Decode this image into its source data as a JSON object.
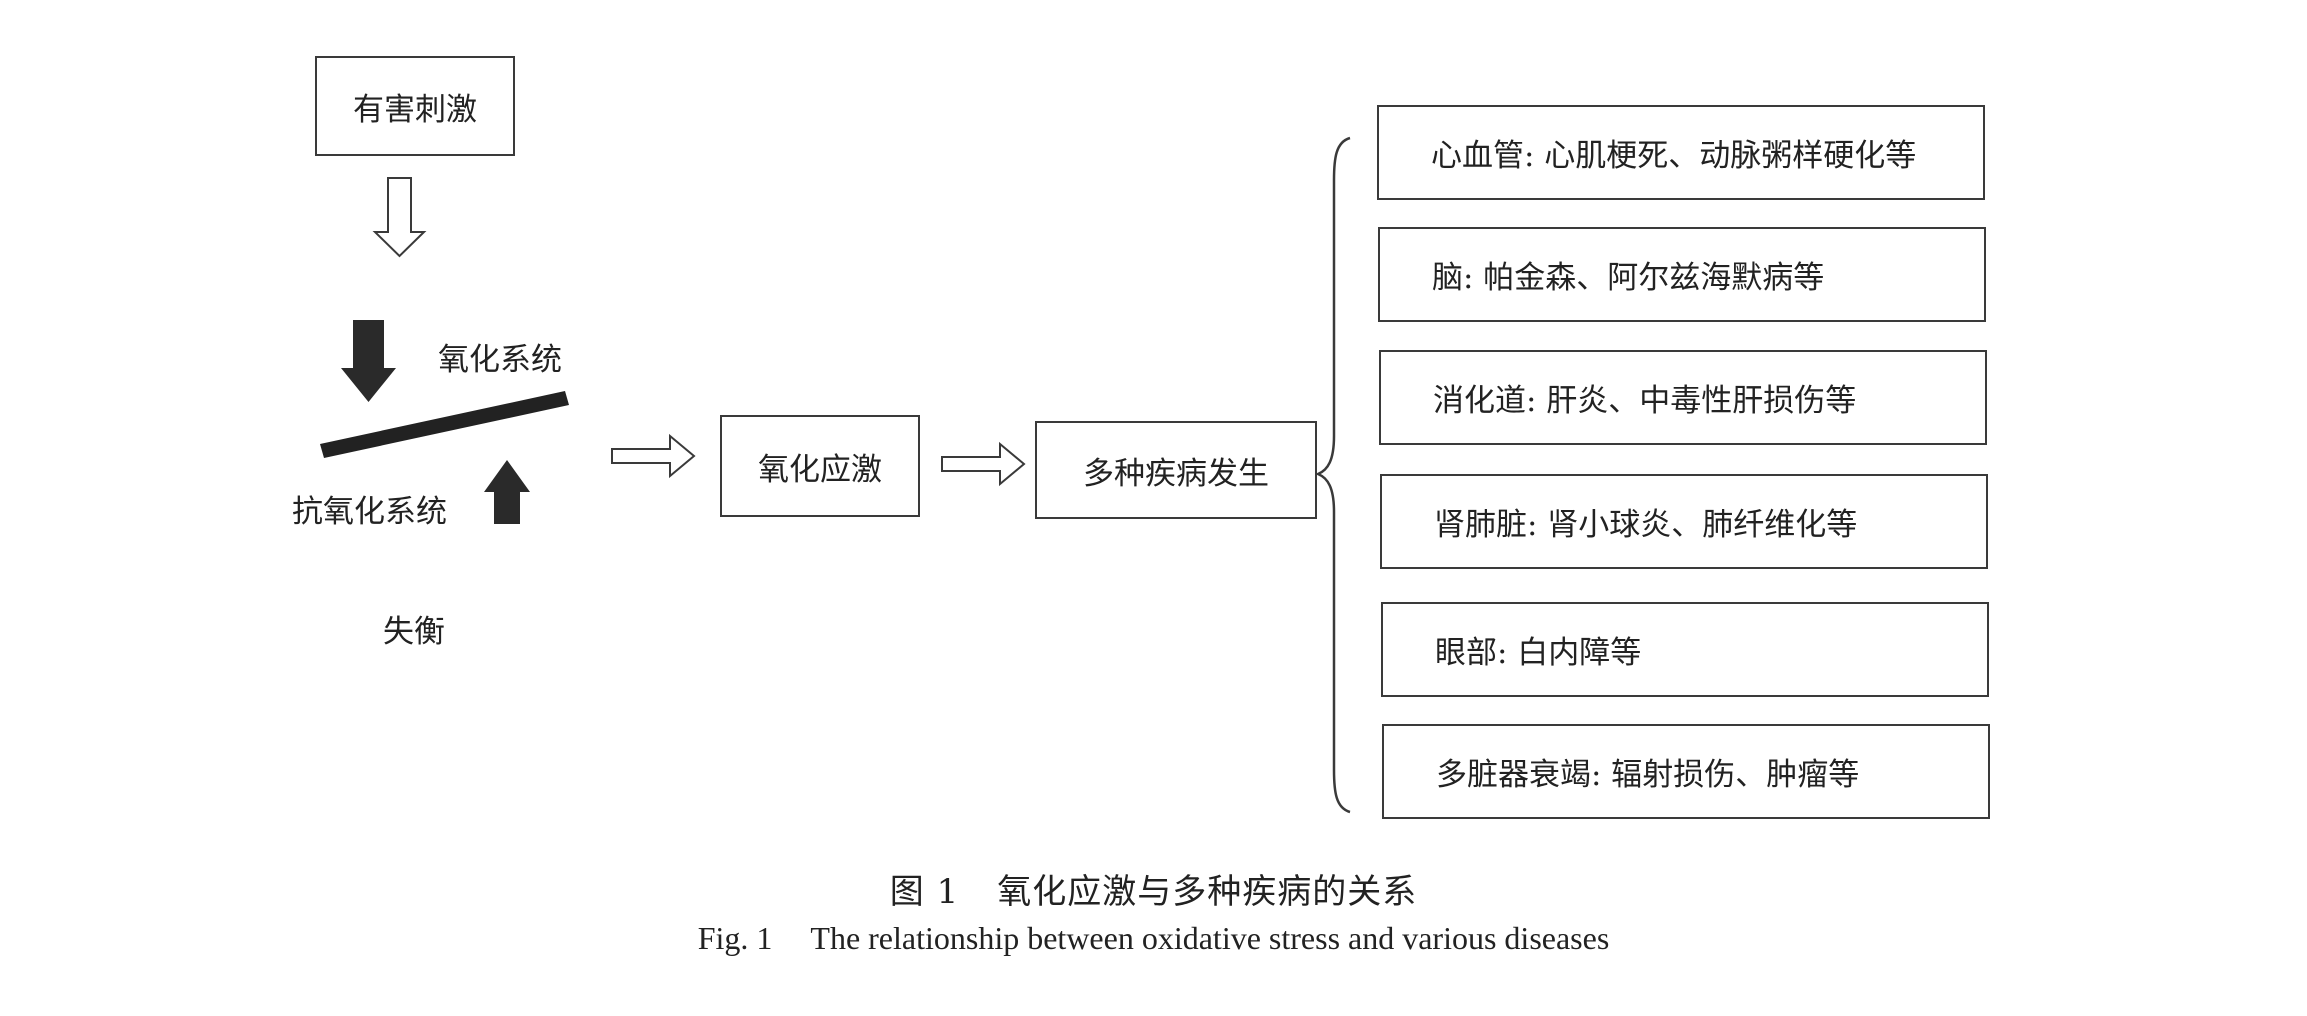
{
  "stimulus": {
    "label": "有害刺激"
  },
  "balance": {
    "oxidation_label": "氧化系统",
    "antioxidation_label": "抗氧化系统",
    "imbalance_label": "失衡"
  },
  "stress": {
    "label": "氧化应激"
  },
  "diseases_node": {
    "label": "多种疾病发生"
  },
  "disease_categories": [
    {
      "label": "心血管: 心肌梗死、动脉粥样硬化等"
    },
    {
      "label": "脑: 帕金森、阿尔兹海默病等"
    },
    {
      "label": "消化道: 肝炎、中毒性肝损伤等"
    },
    {
      "label": "肾肺脏: 肾小球炎、肺纤维化等"
    },
    {
      "label": "眼部: 白内障等"
    },
    {
      "label": "多脏器衰竭: 辐射损伤、肿瘤等"
    }
  ],
  "caption": {
    "zh_number": "图 1",
    "zh_title": "氧化应激与多种疾病的关系",
    "en_number": "Fig. 1",
    "en_title": "The relationship between oxidative stress and various diseases"
  }
}
